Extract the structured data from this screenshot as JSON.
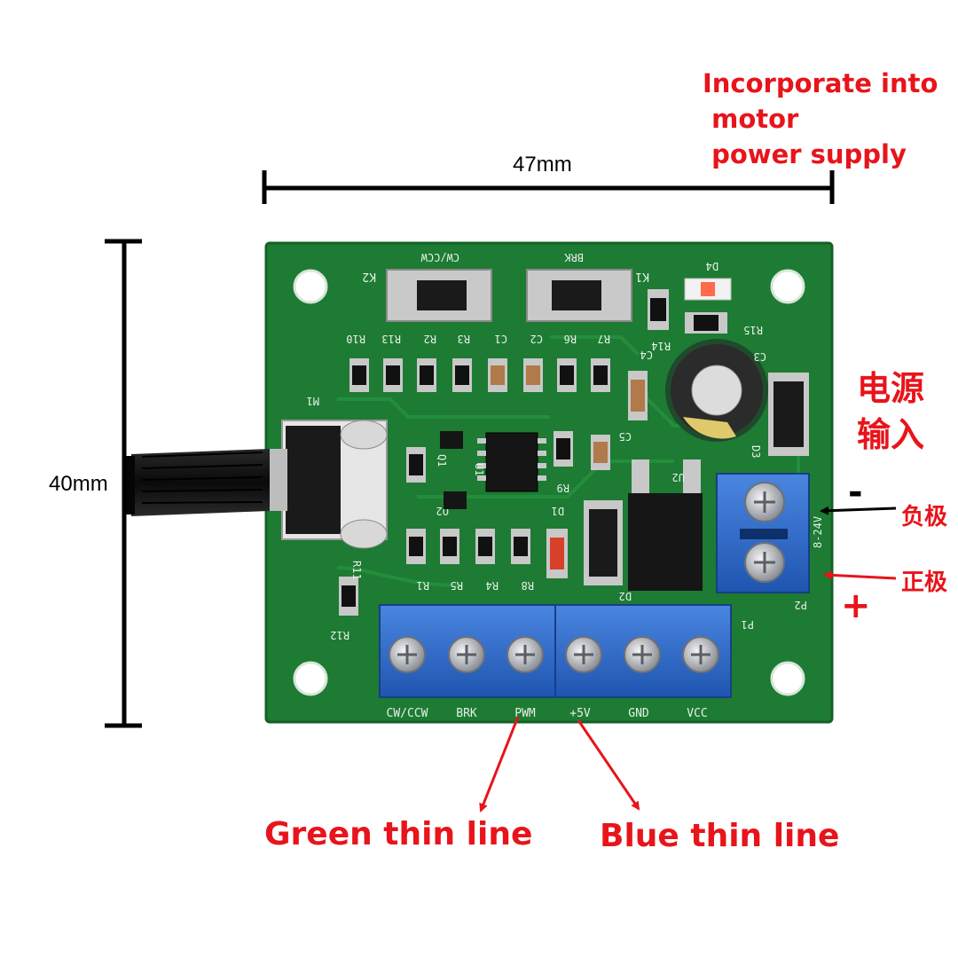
{
  "dimensions": {
    "width": "47mm",
    "height": "40mm"
  },
  "supply_note": {
    "line1": "Incorporate into",
    "line2": " motor",
    "line3": " power supply"
  },
  "power_input": {
    "line1": "电源",
    "line2": "输入"
  },
  "polarity": {
    "negative_symbol": "-",
    "negative_label": "负极",
    "positive_symbol": "+",
    "positive_label": "正极"
  },
  "wires": {
    "green": "Green thin line",
    "blue": "Blue thin line"
  },
  "terminals": {
    "p1": [
      "CW/CCW",
      "BRK",
      "PWM",
      "+5V",
      "GND",
      "VCC"
    ],
    "p2_voltage": "8-24V",
    "p1_label": "P1",
    "p2_label": "P2"
  },
  "switches": {
    "k2": "K2",
    "k2_func": "CW/CCW",
    "k1": "K1",
    "k1_func": "BRK"
  },
  "silkscreen": {
    "resistors_top": [
      "R10",
      "R13",
      "R2",
      "R3",
      "C1",
      "C2",
      "R6",
      "R7"
    ],
    "resistors_bottom": [
      "R1",
      "R5",
      "R4",
      "R8"
    ],
    "chip_u1": "U1",
    "chip_u2": "U2",
    "diode_d1": "D1",
    "diode_d2": "D2",
    "diode_d3": "D3",
    "diode_d4": "D4",
    "cap_c3": "C3",
    "cap_c4": "C4",
    "cap_c5": "C5",
    "res_r14": "R14",
    "res_r15": "R15",
    "res_r11": "R11",
    "res_r12": "R12",
    "res_r9": "R9",
    "q1": "Q1",
    "q2": "Q2",
    "pot": "M1"
  },
  "colors": {
    "annotation_red": "#e8141b",
    "pcb_green": "#1d7b33",
    "terminal_blue": "#2f6fd0"
  }
}
